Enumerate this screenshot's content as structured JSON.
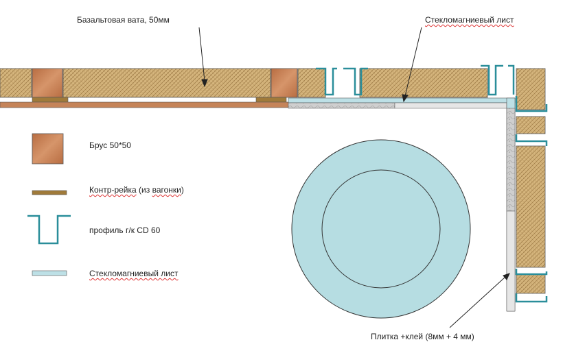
{
  "labels": {
    "basalt": "Базальтовая вата, 50мм",
    "glass_top": "Стекломагниевый лист",
    "tile": "Плитка +клей (8мм + 4 мм)"
  },
  "legend": {
    "beam": "Брус 50*50",
    "counter_word": "Контр-рейка",
    "counter_rest": " (из ",
    "counter_word2": "вагонки",
    "counter_end": ")",
    "profile": "профиль г/к CD 60",
    "glass": "Стекломагниевый лист"
  },
  "colors": {
    "wool": "#d2b27a",
    "wood": "#c37c4f",
    "counter": "#a07a3a",
    "profile": "#2a8e9a",
    "glass": "#bde0e6",
    "stone": "#c4c4c4",
    "circle": "#b6dde2"
  }
}
